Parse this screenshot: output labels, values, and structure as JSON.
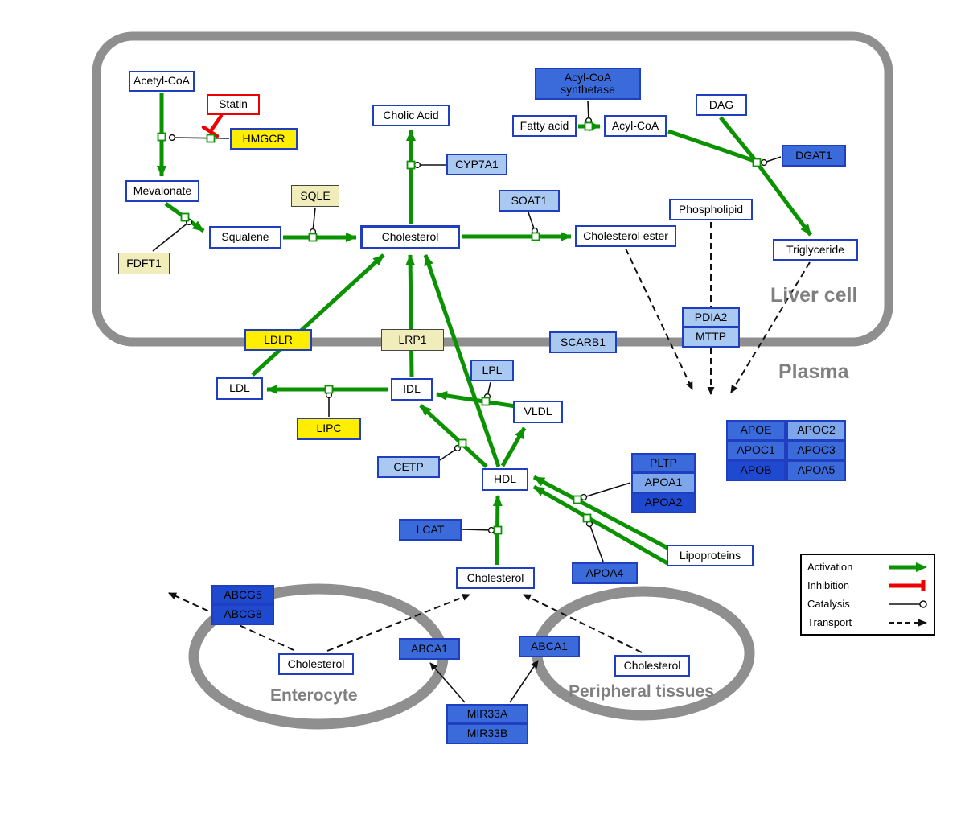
{
  "compartments": {
    "liver": {
      "label": "Liver cell"
    },
    "plasma": {
      "label": "Plasma"
    },
    "enterocyte": {
      "label": "Enterocyte"
    },
    "peripheral": {
      "label": "Peripheral tissues"
    }
  },
  "legend": {
    "items": [
      {
        "label": "Activation",
        "symbol": "green-arrow"
      },
      {
        "label": "Inhibition",
        "symbol": "red-tee"
      },
      {
        "label": "Catalysis",
        "symbol": "line-open-circle"
      },
      {
        "label": "Transport",
        "symbol": "dashed-arrow"
      }
    ]
  },
  "nodes": {
    "acetyl_coa": {
      "label": "Acetyl-CoA",
      "type": "metabolite"
    },
    "statin": {
      "label": "Statin",
      "type": "drug"
    },
    "hmgcr": {
      "label": "HMGCR",
      "type": "gene"
    },
    "mevalonate": {
      "label": "Mevalonate",
      "type": "metabolite"
    },
    "sqle": {
      "label": "SQLE",
      "type": "gene"
    },
    "fdft1": {
      "label": "FDFT1",
      "type": "gene"
    },
    "squalene": {
      "label": "Squalene",
      "type": "metabolite"
    },
    "cholesterol_liver": {
      "label": "Cholesterol",
      "type": "metabolite"
    },
    "cholic_acid": {
      "label": "Cholic Acid",
      "type": "metabolite"
    },
    "cyp7a1": {
      "label": "CYP7A1",
      "type": "gene"
    },
    "acyl_coa_synthetase": {
      "label": "Acyl-CoA synthetase",
      "type": "gene"
    },
    "fatty_acid": {
      "label": "Fatty acid",
      "type": "metabolite"
    },
    "acyl_coa": {
      "label": "Acyl-CoA",
      "type": "metabolite"
    },
    "dag": {
      "label": "DAG",
      "type": "metabolite"
    },
    "dgat1": {
      "label": "DGAT1",
      "type": "gene"
    },
    "soat1": {
      "label": "SOAT1",
      "type": "gene"
    },
    "cholesterol_ester": {
      "label": "Cholesterol ester",
      "type": "metabolite"
    },
    "phospholipid": {
      "label": "Phospholipid",
      "type": "metabolite"
    },
    "triglyceride": {
      "label": "Triglyceride",
      "type": "metabolite"
    },
    "ldlr": {
      "label": "LDLR",
      "type": "gene"
    },
    "lrp1": {
      "label": "LRP1",
      "type": "gene"
    },
    "scarb1": {
      "label": "SCARB1",
      "type": "gene"
    },
    "pdia2": {
      "label": "PDIA2",
      "type": "gene"
    },
    "mttp": {
      "label": "MTTP",
      "type": "gene"
    },
    "ldl": {
      "label": "LDL",
      "type": "metabolite"
    },
    "idl": {
      "label": "IDL",
      "type": "metabolite"
    },
    "lpl": {
      "label": "LPL",
      "type": "gene"
    },
    "vldl": {
      "label": "VLDL",
      "type": "metabolite"
    },
    "lipc": {
      "label": "LIPC",
      "type": "gene"
    },
    "cetp": {
      "label": "CETP",
      "type": "gene"
    },
    "hdl": {
      "label": "HDL",
      "type": "metabolite"
    },
    "apoe": {
      "label": "APOE",
      "type": "gene"
    },
    "apoc2": {
      "label": "APOC2",
      "type": "gene"
    },
    "apoc1": {
      "label": "APOC1",
      "type": "gene"
    },
    "apoc3": {
      "label": "APOC3",
      "type": "gene"
    },
    "apob": {
      "label": "APOB",
      "type": "gene"
    },
    "apoa5": {
      "label": "APOA5",
      "type": "gene"
    },
    "pltp": {
      "label": "PLTP",
      "type": "gene"
    },
    "apoa1": {
      "label": "APOA1",
      "type": "gene"
    },
    "apoa2": {
      "label": "APOA2",
      "type": "gene"
    },
    "lcat": {
      "label": "LCAT",
      "type": "gene"
    },
    "apoa4": {
      "label": "APOA4",
      "type": "gene"
    },
    "lipoproteins": {
      "label": "Lipoproteins",
      "type": "metabolite"
    },
    "cholesterol_plasma": {
      "label": "Cholesterol",
      "type": "metabolite"
    },
    "abcg5": {
      "label": "ABCG5",
      "type": "gene"
    },
    "abcg8": {
      "label": "ABCG8",
      "type": "gene"
    },
    "cholesterol_enterocyte": {
      "label": "Cholesterol",
      "type": "metabolite"
    },
    "abca1_left": {
      "label": "ABCA1",
      "type": "gene"
    },
    "abca1_right": {
      "label": "ABCA1",
      "type": "gene"
    },
    "cholesterol_peripheral": {
      "label": "Cholesterol",
      "type": "metabolite"
    },
    "mir33a": {
      "label": "MIR33A",
      "type": "gene"
    },
    "mir33b": {
      "label": "MIR33B",
      "type": "gene"
    }
  },
  "colors": {
    "green": "#0b9200",
    "red": "#ee0000",
    "blue_border": "#1f3fc0",
    "yellow": "#ffee00",
    "pale_yellow": "#f0edbb",
    "light_blue": "#a9c9f2",
    "lighter_blue": "#7ea6ea",
    "mid_blue": "#3b6bdb",
    "dark_blue": "#1f49cf",
    "label_gray": "#7f7f7f",
    "membrane_gray": "#8f8f8f"
  }
}
